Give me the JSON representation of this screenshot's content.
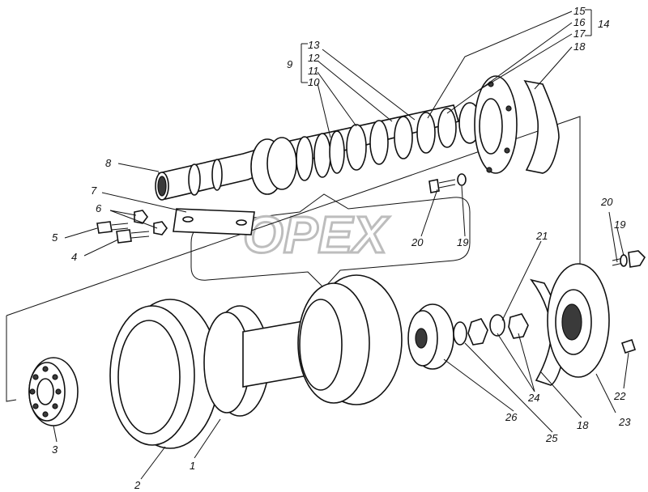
{
  "watermark": {
    "text": "OPEX"
  },
  "labels": [
    {
      "id": "l1",
      "text": "1"
    },
    {
      "id": "l2",
      "text": "2"
    },
    {
      "id": "l3",
      "text": "3"
    },
    {
      "id": "l4",
      "text": "4"
    },
    {
      "id": "l5",
      "text": "5"
    },
    {
      "id": "l6",
      "text": "6"
    },
    {
      "id": "l7",
      "text": "7"
    },
    {
      "id": "l8",
      "text": "8"
    },
    {
      "id": "l9",
      "text": "9"
    },
    {
      "id": "l10",
      "text": "10"
    },
    {
      "id": "l11",
      "text": "11"
    },
    {
      "id": "l12",
      "text": "12"
    },
    {
      "id": "l13",
      "text": "13"
    },
    {
      "id": "l14",
      "text": "14"
    },
    {
      "id": "l15",
      "text": "15"
    },
    {
      "id": "l16",
      "text": "16"
    },
    {
      "id": "l17",
      "text": "17"
    },
    {
      "id": "l18a",
      "text": "18"
    },
    {
      "id": "l18b",
      "text": "18"
    },
    {
      "id": "l19a",
      "text": "19"
    },
    {
      "id": "l19b",
      "text": "19"
    },
    {
      "id": "l20a",
      "text": "20"
    },
    {
      "id": "l20b",
      "text": "20"
    },
    {
      "id": "l21",
      "text": "21"
    },
    {
      "id": "l22",
      "text": "22"
    },
    {
      "id": "l23",
      "text": "23"
    },
    {
      "id": "l24",
      "text": "24"
    },
    {
      "id": "l25",
      "text": "25"
    },
    {
      "id": "l26",
      "text": "26"
    }
  ]
}
